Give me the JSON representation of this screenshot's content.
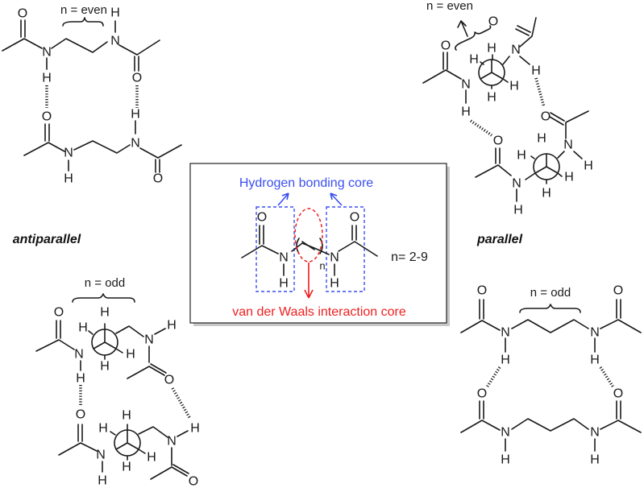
{
  "atoms": {
    "O": "O",
    "N": "N",
    "H": "H",
    "n": "n"
  },
  "antiparallel": {
    "title": "antiparallel",
    "even_label": "n = even",
    "odd_label": "n = odd"
  },
  "parallel": {
    "title": "parallel",
    "even_label": "n = even",
    "odd_label": "n = odd"
  },
  "core_box": {
    "hbond_label": "Hydrogen bonding core",
    "vdw_label": "van der Waals interaction core",
    "n_range": "n= 2-9"
  },
  "colors": {
    "hbond": "#3a4ff0",
    "vdw": "#f01e1e",
    "ink": "#1a1a1a"
  }
}
